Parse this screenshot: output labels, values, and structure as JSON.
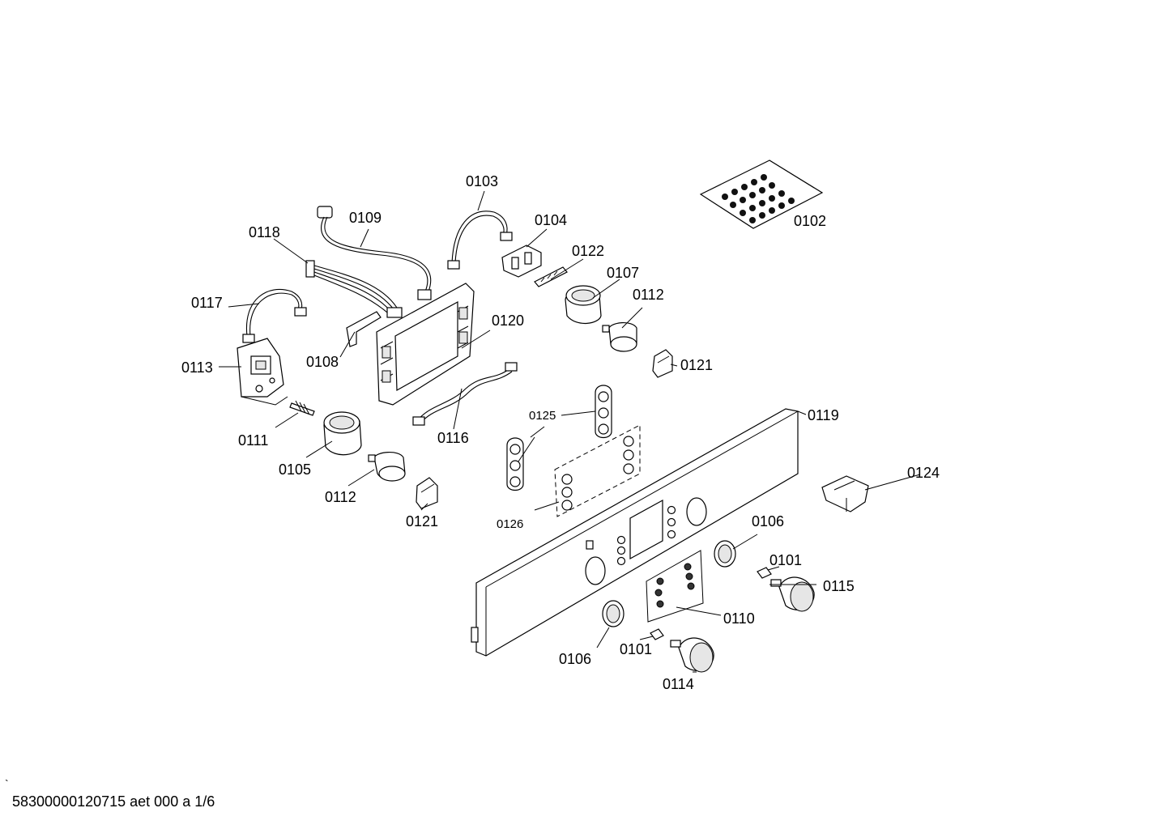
{
  "labels": {
    "p0101a": "0101",
    "p0101b": "0101",
    "p0102": "0102",
    "p0103": "0103",
    "p0104": "0104",
    "p0105": "0105",
    "p0106a": "0106",
    "p0106b": "0106",
    "p0107": "0107",
    "p0108": "0108",
    "p0109": "0109",
    "p0110": "0110",
    "p0111": "0111",
    "p0112a": "0112",
    "p0112b": "0112",
    "p0113": "0113",
    "p0114": "0114",
    "p0115": "0115",
    "p0116": "0116",
    "p0117": "0117",
    "p0118": "0118",
    "p0119": "0119",
    "p0120": "0120",
    "p0121a": "0121",
    "p0121b": "0121",
    "p0122": "0122",
    "p0124": "0124",
    "p0125": "0125",
    "p0126": "0126"
  },
  "footer": {
    "doc_id": "58300000120715 aet 000 a 1/6",
    "mark": "`"
  }
}
